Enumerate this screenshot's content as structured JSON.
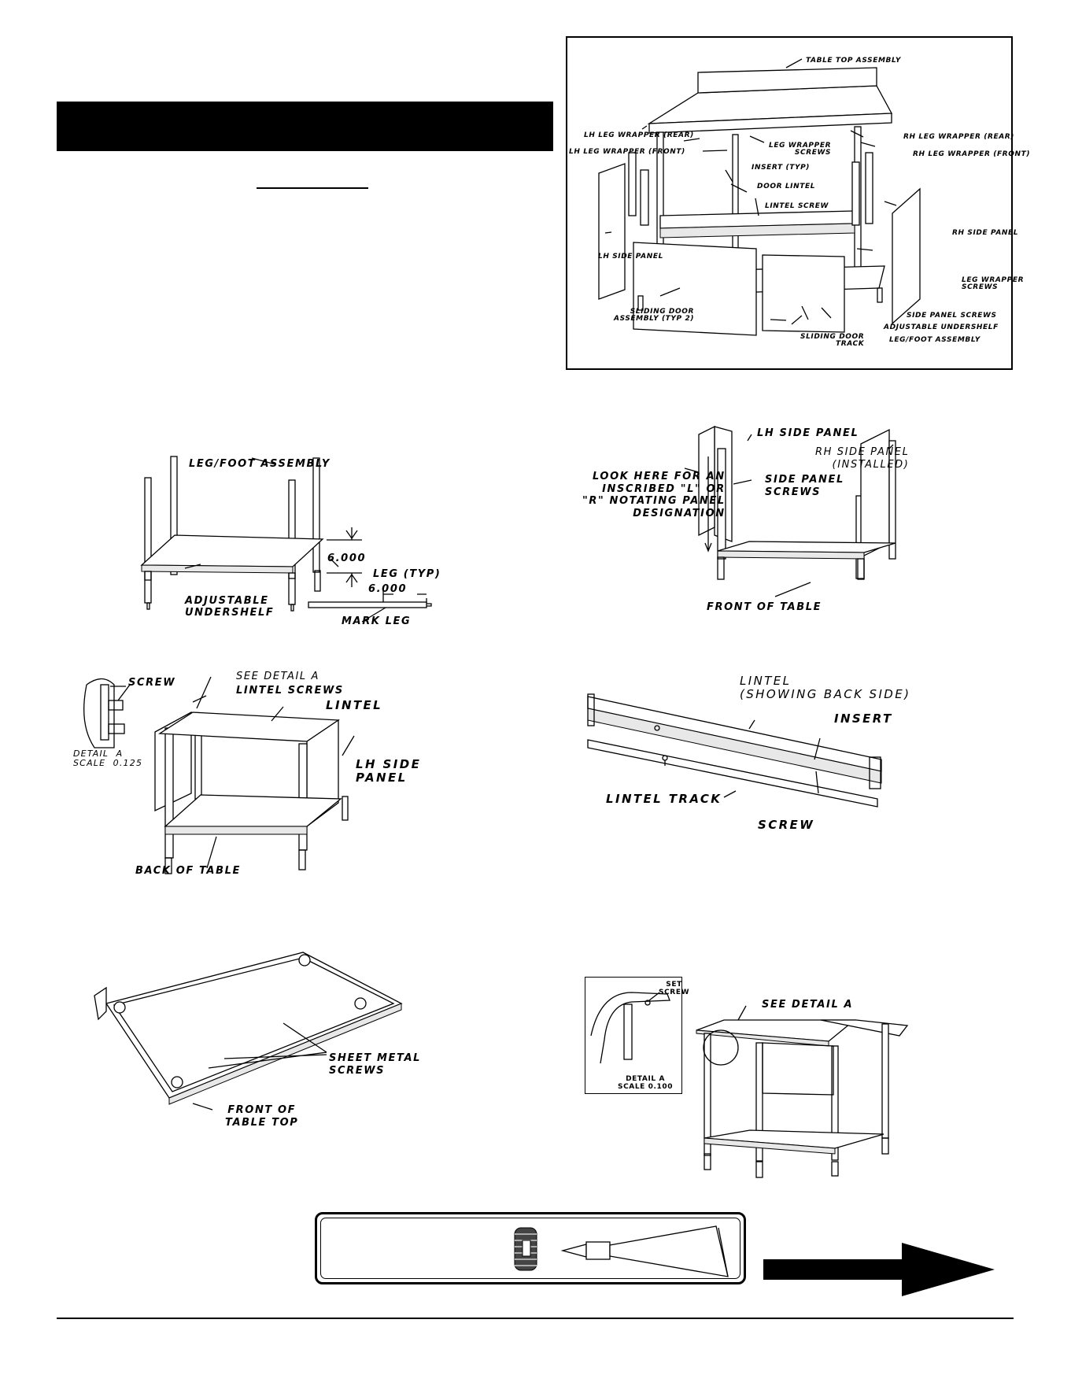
{
  "header_bar": {
    "color": "#000000"
  },
  "exploded_view": {
    "labels": {
      "table_top": "TABLE TOP ASSEMBLY",
      "lh_wrapper_rear": "LH LEG WRAPPER (REAR)",
      "lh_wrapper_front": "LH LEG WRAPPER (FRONT)",
      "leg_wrapper_screws_top": "LEG WRAPPER\nSCREWS",
      "insert": "INSERT (TYP)",
      "door_lintel": "DOOR LINTEL",
      "lintel_screw": "LINTEL SCREW",
      "rh_wrapper_rear": "RH LEG WRAPPER (REAR)",
      "rh_wrapper_front": "RH LEG WRAPPER (FRONT)",
      "rh_side_panel": "RH SIDE PANEL",
      "lh_side_panel": "LH SIDE PANEL",
      "leg_wrapper_screws_right": "LEG WRAPPER\nSCREWS",
      "sliding_door": "SLIDING DOOR\nASSEMBLY (TYP 2)",
      "side_panel_screws": "SIDE PANEL SCREWS",
      "adjustable_undershelf": "ADJUSTABLE UNDERSHELF",
      "sliding_door_track": "SLIDING DOOR\nTRACK",
      "leg_foot": "LEG/FOOT ASSEMBLY"
    }
  },
  "fig_legs": {
    "leg_foot": "LEG/FOOT ASSEMBLY",
    "dim_shelf": "6.000",
    "leg_typ": "LEG (TYP)",
    "dim_leg": "6.000",
    "undershelf": "ADJUSTABLE\nUNDERSHELF",
    "mark_leg": "MARK LEG"
  },
  "fig_side_panel": {
    "lh_side_panel": "LH SIDE PANEL",
    "rh_side_panel": "RH SIDE PANEL\n(INSTALLED)",
    "look_here": "LOOK HERE FOR AN\nINSCRIBED \"L\" OR\n\"R\" NOTATING PANEL\nDESIGNATION",
    "side_panel_screws": "SIDE PANEL\nSCREWS",
    "front_of_table": "FRONT OF TABLE"
  },
  "fig_lintel_install": {
    "screw": "SCREW",
    "see_detail": "SEE DETAIL  A",
    "lintel_screws": "LINTEL SCREWS",
    "lintel": "LINTEL",
    "lh_side_panel": "LH SIDE\nPANEL",
    "detail": "DETAIL  A\nSCALE  0.125",
    "back_of_table": "BACK OF TABLE"
  },
  "fig_lintel_detail": {
    "lintel": "LINTEL\n(SHOWING BACK SIDE)",
    "insert": "INSERT",
    "lintel_track": "LINTEL TRACK",
    "screw": "SCREW"
  },
  "fig_table_top": {
    "sheet_metal_screws": "SHEET METAL\nSCREWS",
    "front_of_table_top": "FRONT OF\nTABLE TOP"
  },
  "fig_final": {
    "set_screw": "SET\nSCREW",
    "detail": "DETAIL A\nSCALE 0.100",
    "see_detail": "SEE DETAIL  A"
  }
}
